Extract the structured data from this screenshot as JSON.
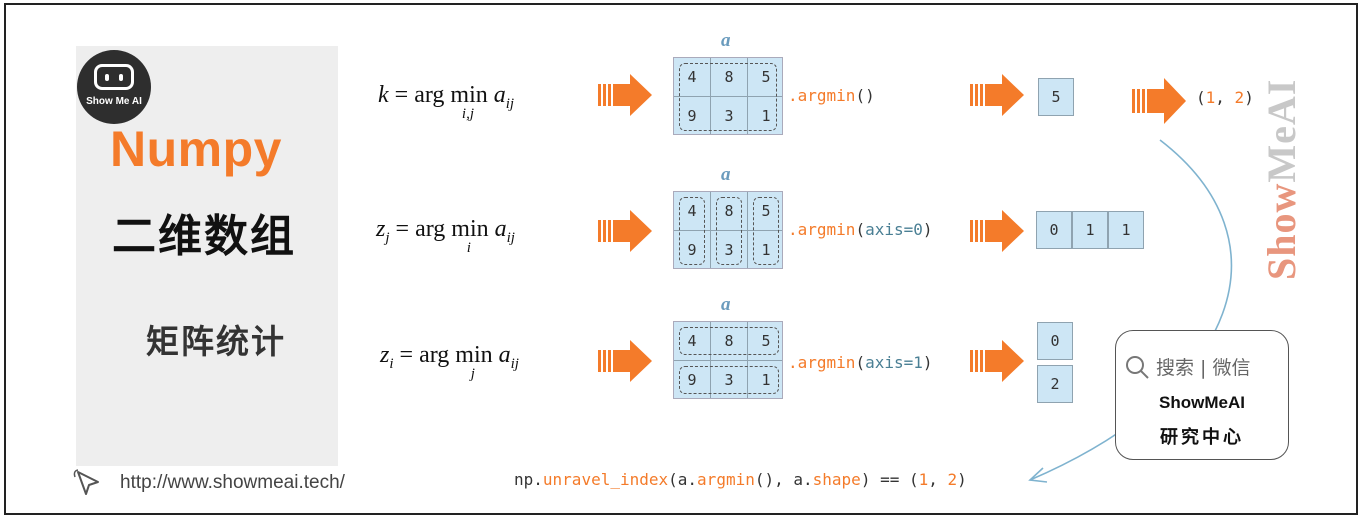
{
  "brand": {
    "logo_text": "Show Me AI",
    "title": "Numpy",
    "subtitle": "二维数组",
    "section": "矩阵统计",
    "url": "http://www.showmeai.tech/",
    "watermark_show": "Show",
    "watermark_meai": "MeAI"
  },
  "matrix_label": "a",
  "matrix_values": {
    "r0": [
      "4",
      "8",
      "5"
    ],
    "r1": [
      "9",
      "3",
      "1"
    ]
  },
  "rows": [
    {
      "formula_lhs": "k",
      "formula_sub_lhs": "",
      "formula_under": "i,j",
      "code_fn": ".argmin",
      "code_args": "()",
      "code_kw": "",
      "results": [
        "5"
      ],
      "final": "(1, 2)"
    },
    {
      "formula_lhs": "z",
      "formula_sub_lhs": "j",
      "formula_under": "i",
      "code_fn": ".argmin",
      "code_args_open": "(",
      "code_kw": "axis=0",
      "code_args_close": ")",
      "results": [
        "0",
        "1",
        "1"
      ]
    },
    {
      "formula_lhs": "z",
      "formula_sub_lhs": "i",
      "formula_under": "j",
      "code_fn": ".argmin",
      "code_args_open": "(",
      "code_kw": "axis=1",
      "code_args_close": ")",
      "results": [
        "0",
        "2"
      ]
    }
  ],
  "formula_common": {
    "eq": "=",
    "argmin": "arg min",
    "a": "a",
    "aij": "ij"
  },
  "bottom_code": {
    "p1": "np.",
    "fn1": "unravel_index",
    "p2": "(a.",
    "fn2": "argmin",
    "p3": "(), a.",
    "fn3": "shape",
    "p4": ") == (",
    "n1": "1",
    "p5": ", ",
    "n2": "2",
    "p6": ")"
  },
  "final_result": {
    "open": "(",
    "n1": "1",
    "sep": ", ",
    "n2": "2",
    "close": ")"
  },
  "wechat": {
    "search": "搜索 | 微信",
    "brand": "ShowMeAI",
    "org": "研究中心"
  },
  "colors": {
    "accent": "#f47b2a",
    "cell_fill": "#cde6f5",
    "label_blue": "#6a9bbd",
    "kw": "#4a7f94"
  },
  "icons": [
    "logo-robot-icon",
    "cursor-click-icon",
    "search-icon",
    "orange-arrow-icon"
  ]
}
